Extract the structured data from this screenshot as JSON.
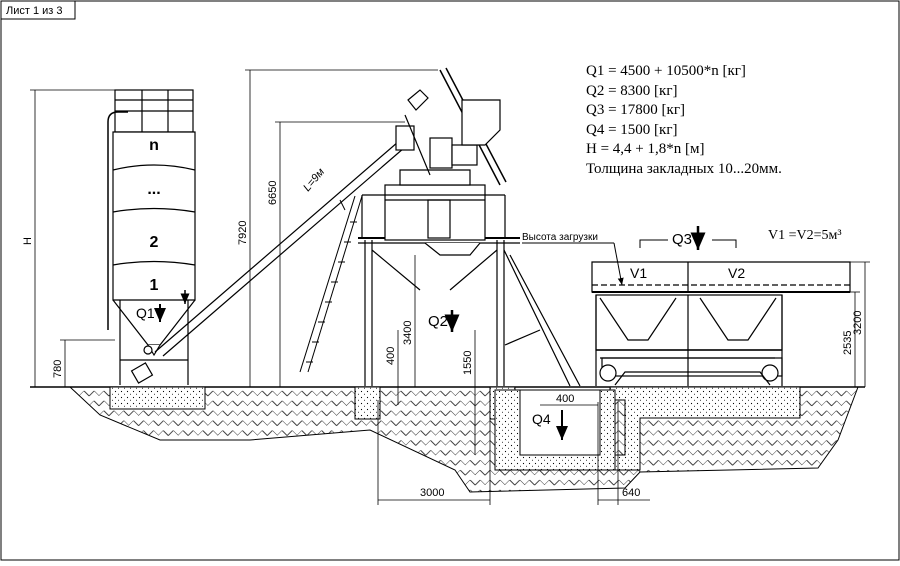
{
  "sheet_label": "Лист 1 из 3",
  "legend": [
    "Q1 = 4500 + 10500*n [кг]",
    "Q2 = 8300 [кг]",
    "Q3 = 17800 [кг]",
    "Q4 = 1500 [кг]",
    "H = 4,4 + 1,8*n [м]",
    "Толщина закладных 10...20мм."
  ],
  "volumes": "V1 =V2=5м³",
  "loading_height_label": "Высота загрузки",
  "silo_sections": [
    "n",
    "...",
    "2",
    "1"
  ],
  "loads": {
    "q1": "Q1",
    "q2": "Q2",
    "q3": "Q3",
    "q4": "Q4"
  },
  "hoppers": [
    "V1",
    "V2"
  ],
  "conveyor_length": "L=9м",
  "dimensions": {
    "silo_height": "H",
    "silo_base": "780",
    "mixer_top": "7920",
    "conveyor_top": "6650",
    "mixer_outlet": "3400",
    "leg_400": "400",
    "pit_1550": "1550",
    "pit_400": "400",
    "span_3000": "3000",
    "pit_640": "640",
    "hopper_top": "3200",
    "hopper_mid": "2535"
  }
}
